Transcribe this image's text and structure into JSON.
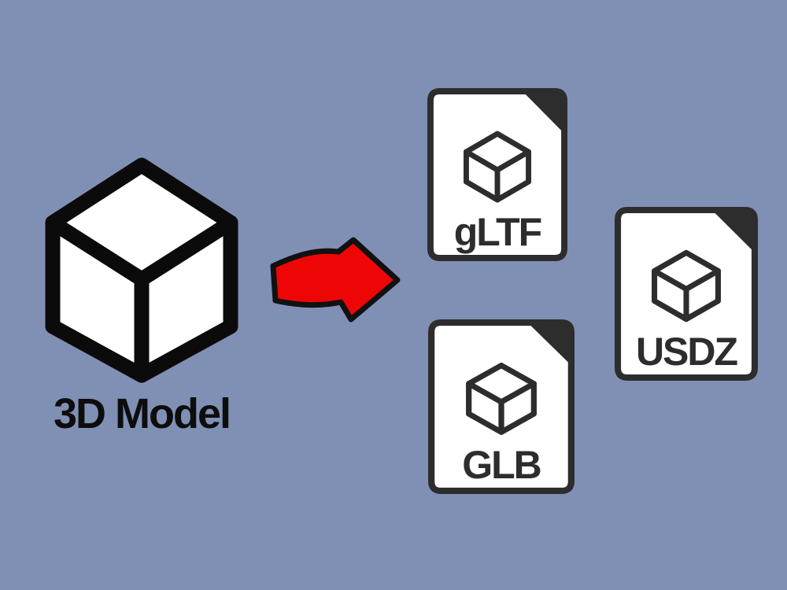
{
  "figure": {
    "background_color": "#8090b5"
  },
  "source": {
    "label": "3D Model",
    "icon": "cube-3d-icon",
    "ink_color": "#0b0b0b",
    "face_color": "#ffffff"
  },
  "arrow": {
    "direction": "right",
    "fill_color": "#ee0606",
    "outline_color": "#111111"
  },
  "formats": [
    {
      "label": "gLTF",
      "icon": "file-cube-icon"
    },
    {
      "label": "GLB",
      "icon": "file-cube-icon"
    },
    {
      "label": "USDZ",
      "icon": "file-cube-icon"
    }
  ],
  "file_icon_colors": {
    "paper": "#ffffff",
    "ink": "#2d2d2d"
  }
}
